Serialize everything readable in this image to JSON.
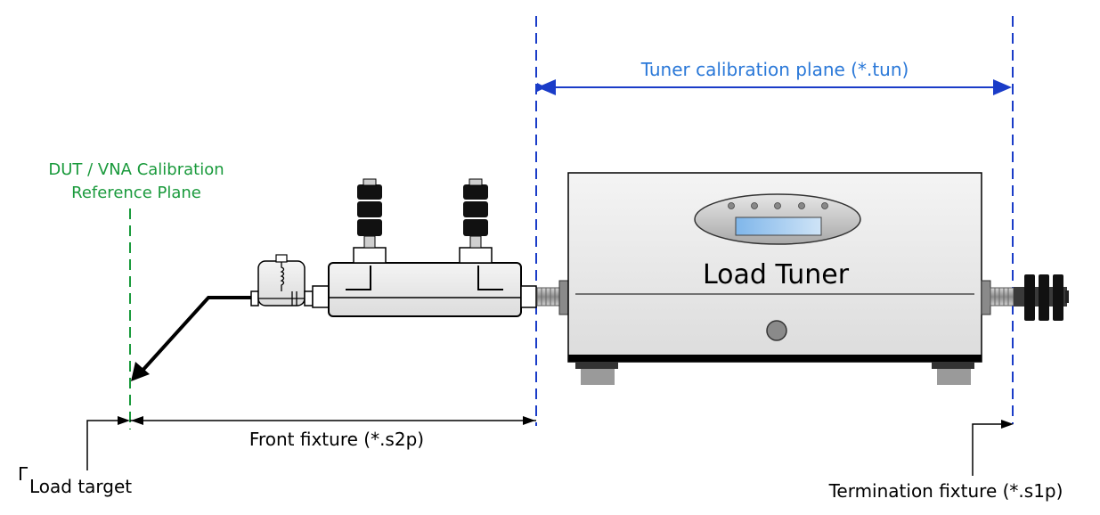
{
  "labels": {
    "dut_line1": "DUT / VNA Calibration",
    "dut_line2": "Reference Plane",
    "tuner_cal_plane": "Tuner calibration plane (*.tun)",
    "front_fixture": "Front fixture (*.s2p)",
    "gamma_symbol": "Γ",
    "load_target": "Load target",
    "termination_fixture": "Termination fixture (*.s1p)",
    "load_tuner": "Load Tuner"
  },
  "colors": {
    "dut_plane": "#1a9a3c",
    "tuner_plane": "#1a3cc8",
    "tuner_text": "#2a78d8",
    "ink": "#000000"
  }
}
